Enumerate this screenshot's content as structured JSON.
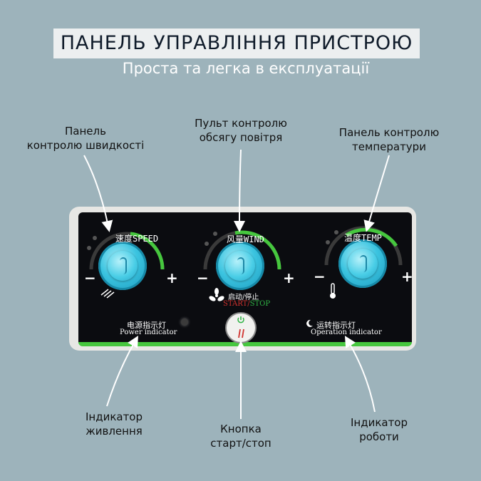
{
  "heading": {
    "title": "ПАНЕЛЬ УПРАВЛІННЯ ПРИСТРОЮ",
    "subtitle": "Проста та легка в експлуатації"
  },
  "callouts": {
    "speed_line1": "Панель",
    "speed_line2": "контролю швидкості",
    "wind_line1": "Пульт контролю",
    "wind_line2": "обсягу повітря",
    "temp_line1": "Панель контролю",
    "temp_line2": "температури",
    "power_line1": "Індикатор",
    "power_line2": "живлення",
    "startstop_line1": "Кнопка",
    "startstop_line2": "старт/стоп",
    "operation_line1": "Індикатор",
    "operation_line2": "роботи"
  },
  "panel": {
    "speed_title": "速度SPEED",
    "wind_title": "风量WIND",
    "temp_title": "温度TEMP",
    "minus": "−",
    "plus": "+",
    "startstop_cn": "启动/停止",
    "startstop_en": "START/STOP",
    "power_cn": "电源指示灯",
    "power_en": "Power indicator",
    "operation_cn": "运转指示灯",
    "operation_en": "Operation indicator"
  },
  "colors": {
    "background": "#9db3bb",
    "knob": "#3bc4e0",
    "arc": "#46c73e",
    "stop_red": "#d0312d",
    "start_green": "#2fb344"
  },
  "icons": [
    "speed-icon",
    "fan-icon",
    "thermometer-icon",
    "power-icon",
    "pause-icon",
    "moon-icon"
  ]
}
